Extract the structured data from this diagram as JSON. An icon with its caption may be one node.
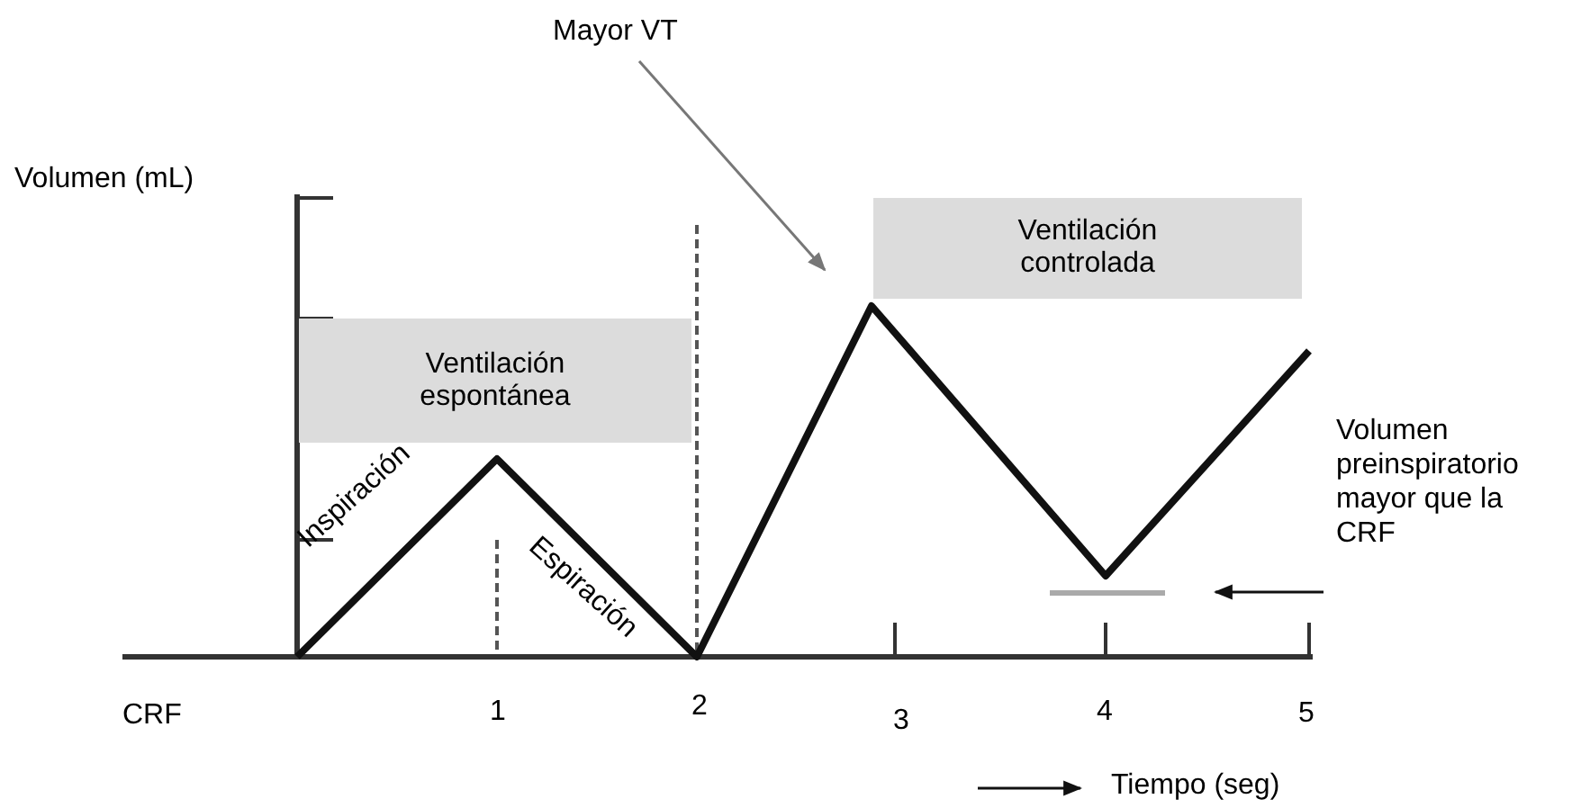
{
  "diagram": {
    "nodes": [
      {
        "text": [
          "Mayor VT"
        ]
      },
      {
        "text": [
          "Ventilación espontánea"
        ]
      },
      {
        "text": [
          "Ventilación controlada"
        ]
      },
      {
        "text": [
          "Volumen preinspiratorio mayor que la CRF"
        ]
      },
      {
        "text": [],
        "shape": "bar"
      }
    ],
    "edges": [
      {
        "from": 0,
        "to": null,
        "arrow": "to",
        "color": "#777777"
      },
      {
        "from": 3,
        "to": 4,
        "arrow": "to",
        "color": "#111111"
      }
    ],
    "labels": [
      "Volumen (mL)",
      "Inspiración",
      "Espiración",
      "CRF",
      "1",
      "2",
      "3",
      "4",
      "5",
      "Tiempo (seg)"
    ]
  }
}
